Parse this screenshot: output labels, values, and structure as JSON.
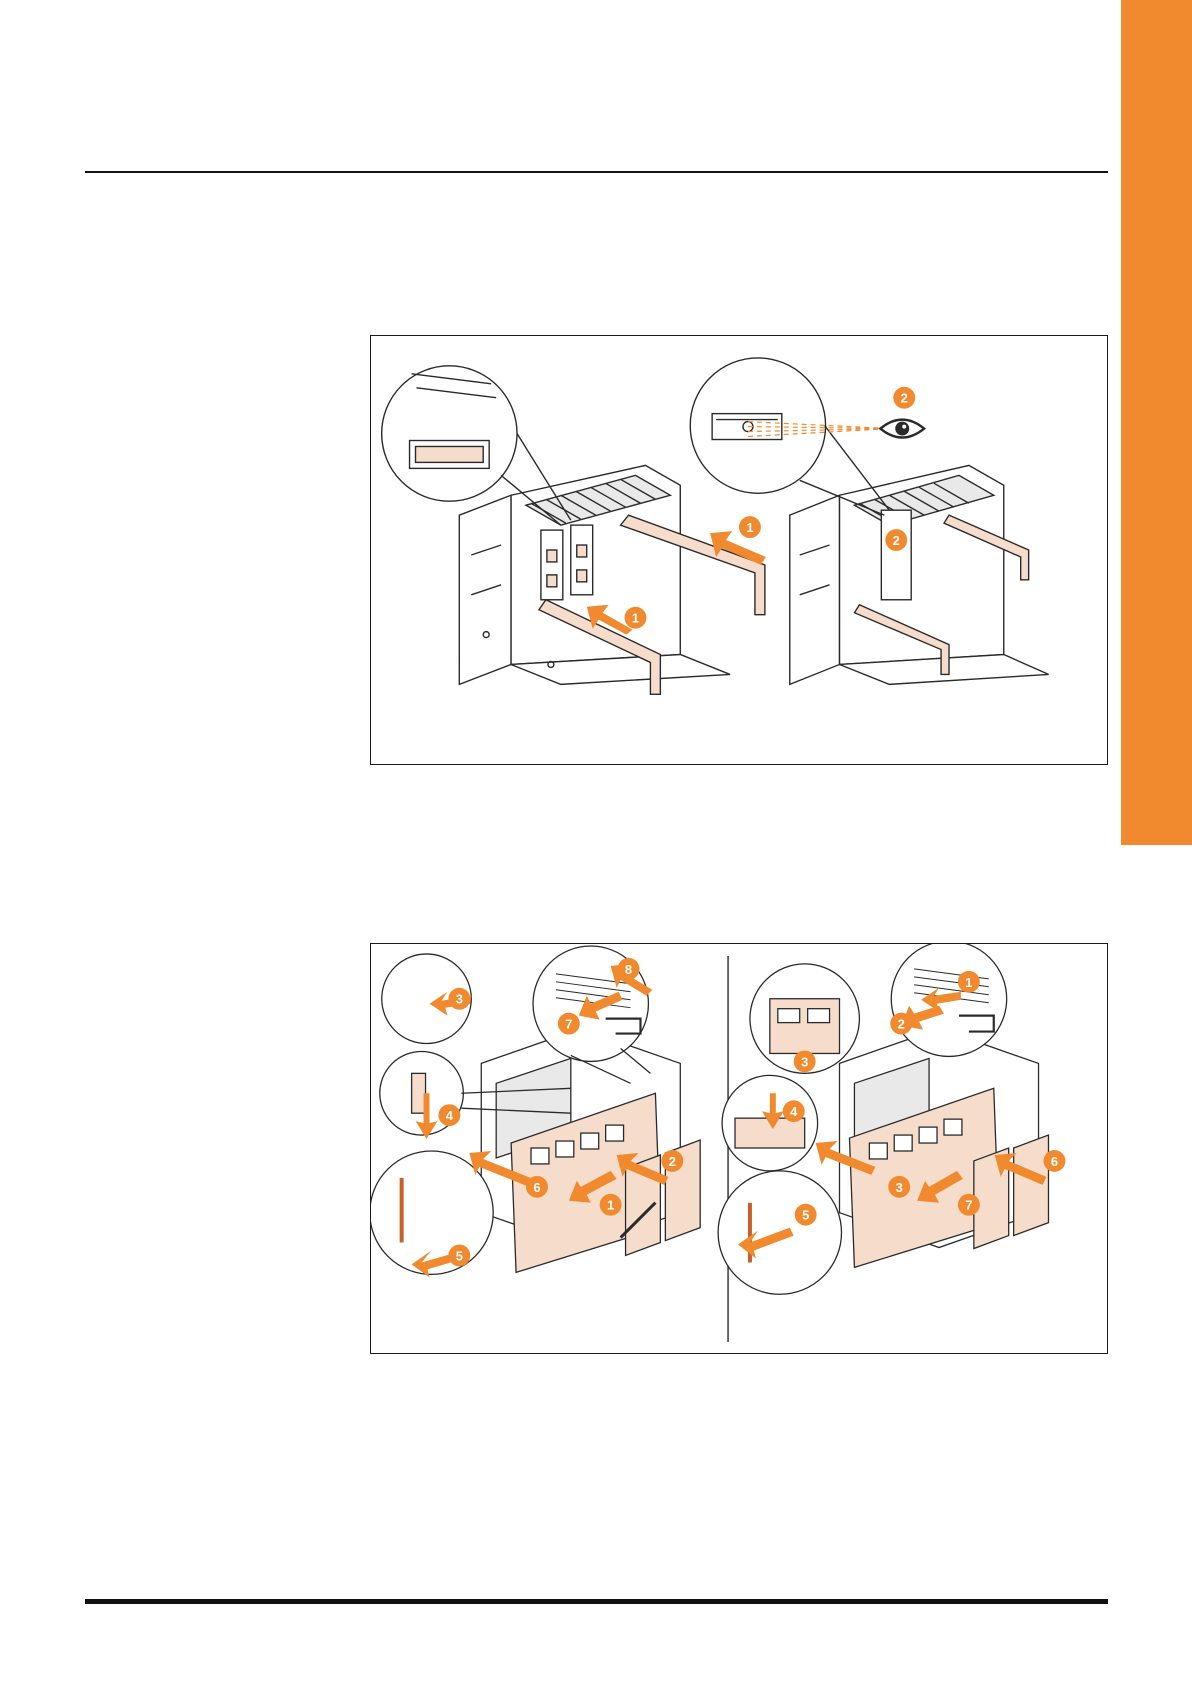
{
  "colors": {
    "accent": "#f18a2e",
    "part_fill": "#f6dccb",
    "line": "#2a2a2a"
  },
  "figure1": {
    "left_view": {
      "badges": [
        "1"
      ]
    },
    "right_view": {
      "badges": [
        "2",
        "2"
      ]
    },
    "callout_left": {},
    "callout_right": {
      "badges": [
        "2"
      ],
      "icon": "eye-icon"
    }
  },
  "figure2": {
    "left_panel": {
      "badges": [
        "3",
        "8",
        "7",
        "4",
        "6",
        "1",
        "2",
        "5"
      ]
    },
    "right_panel": {
      "badges": [
        "1",
        "2",
        "3",
        "4",
        "3",
        "5",
        "7",
        "6"
      ]
    }
  }
}
